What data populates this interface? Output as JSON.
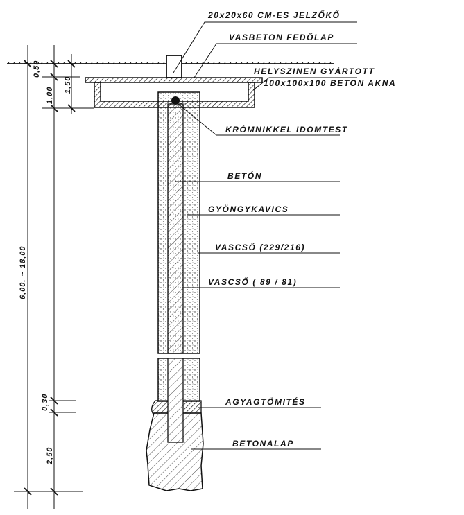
{
  "labels": {
    "marker_stone": "20x20x60 CM-ES JELZŐKŐ",
    "cover_plate": "VASBETON FEDŐLAP",
    "site_made": "HELYSZINEN GYÁRTOTT",
    "manhole": "100x100x100 BETON AKNA",
    "fitting": "KRÓMNIKKEL IDOMTEST",
    "concrete": "BETÓN",
    "gravel": "GYÖNGYKAVICS",
    "outer_pipe": "VASCSŐ (229/216)",
    "inner_pipe": "VASCSŐ ( 89 / 81)",
    "clay_seal": "AGYAGTÖMITÉS",
    "foundation": "BETONALAP"
  },
  "dimensions": {
    "d050": "0,50",
    "d100": "1,00",
    "d150": "1,50",
    "depth": "6,00. ~ 18,00",
    "d030": "0,30",
    "d250": "2,50"
  }
}
